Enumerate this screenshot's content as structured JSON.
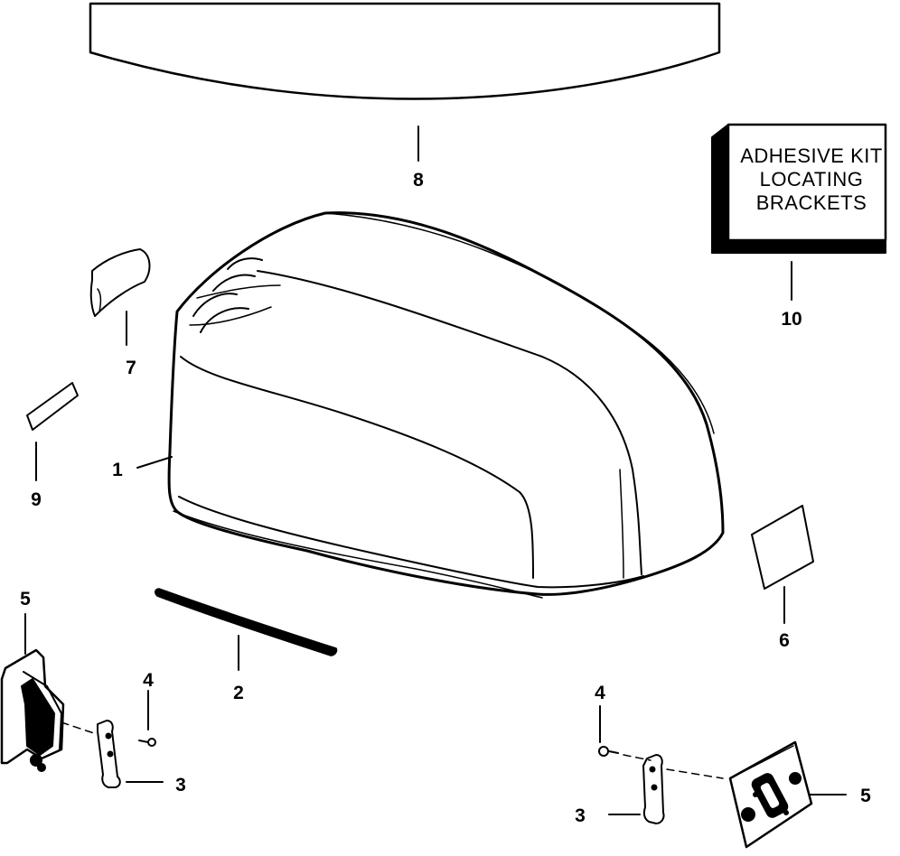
{
  "callouts": {
    "c1": "1",
    "c2": "2",
    "c3_left": "3",
    "c3_right": "3",
    "c4_left": "4",
    "c4_right": "4",
    "c5_left": "5",
    "c5_right": "5",
    "c6": "6",
    "c7": "7",
    "c8": "8",
    "c9": "9",
    "c10": "10"
  },
  "kit_box": {
    "line1": "ADHESIVE KIT",
    "line2": "LOCATING",
    "line3": "BRACKETS"
  }
}
